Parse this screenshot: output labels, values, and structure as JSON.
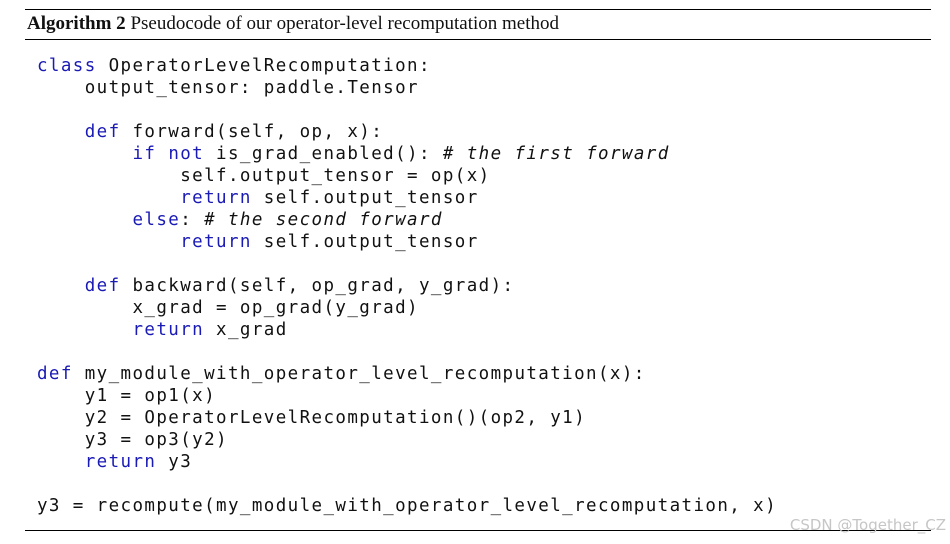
{
  "caption": {
    "label": "Algorithm 2",
    "text": " Pseudocode of our operator-level recomputation method"
  },
  "code": {
    "lines": [
      [
        {
          "t": "class",
          "k": "kw"
        },
        {
          "t": " OperatorLevelRecomputation:",
          "k": ""
        }
      ],
      [
        {
          "t": "    output_tensor: paddle.Tensor",
          "k": ""
        }
      ],
      [],
      [
        {
          "t": "    ",
          "k": ""
        },
        {
          "t": "def",
          "k": "kw"
        },
        {
          "t": " forward(self, op, x):",
          "k": ""
        }
      ],
      [
        {
          "t": "        ",
          "k": ""
        },
        {
          "t": "if",
          "k": "kw"
        },
        {
          "t": " ",
          "k": ""
        },
        {
          "t": "not",
          "k": "kw"
        },
        {
          "t": " is_grad_enabled(): ",
          "k": ""
        },
        {
          "t": "# the first forward",
          "k": "cm"
        }
      ],
      [
        {
          "t": "            self.output_tensor = op(x)",
          "k": ""
        }
      ],
      [
        {
          "t": "            ",
          "k": ""
        },
        {
          "t": "return",
          "k": "kw"
        },
        {
          "t": " self.output_tensor",
          "k": ""
        }
      ],
      [
        {
          "t": "        ",
          "k": ""
        },
        {
          "t": "else",
          "k": "kw"
        },
        {
          "t": ": ",
          "k": ""
        },
        {
          "t": "# the second forward",
          "k": "cm"
        }
      ],
      [
        {
          "t": "            ",
          "k": ""
        },
        {
          "t": "return",
          "k": "kw"
        },
        {
          "t": " self.output_tensor",
          "k": ""
        }
      ],
      [],
      [
        {
          "t": "    ",
          "k": ""
        },
        {
          "t": "def",
          "k": "kw"
        },
        {
          "t": " backward(self, op_grad, y_grad):",
          "k": ""
        }
      ],
      [
        {
          "t": "        x_grad = op_grad(y_grad)",
          "k": ""
        }
      ],
      [
        {
          "t": "        ",
          "k": ""
        },
        {
          "t": "return",
          "k": "kw"
        },
        {
          "t": " x_grad",
          "k": ""
        }
      ],
      [],
      [
        {
          "t": "def",
          "k": "kw"
        },
        {
          "t": " my_module_with_operator_level_recomputation(x):",
          "k": ""
        }
      ],
      [
        {
          "t": "    y1 = op1(x)",
          "k": ""
        }
      ],
      [
        {
          "t": "    y2 = OperatorLevelRecomputation()(op2, y1)",
          "k": ""
        }
      ],
      [
        {
          "t": "    y3 = op3(y2)",
          "k": ""
        }
      ],
      [
        {
          "t": "    ",
          "k": ""
        },
        {
          "t": "return",
          "k": "kw"
        },
        {
          "t": " y3",
          "k": ""
        }
      ],
      [],
      [
        {
          "t": "y3 = recompute(my_module_with_operator_level_recomputation, x)",
          "k": ""
        }
      ]
    ]
  },
  "watermark": "CSDN @Together_CZ",
  "colors": {
    "keyword": "#1a1ab5",
    "text": "#111111",
    "watermark": "#c6c6c6"
  }
}
